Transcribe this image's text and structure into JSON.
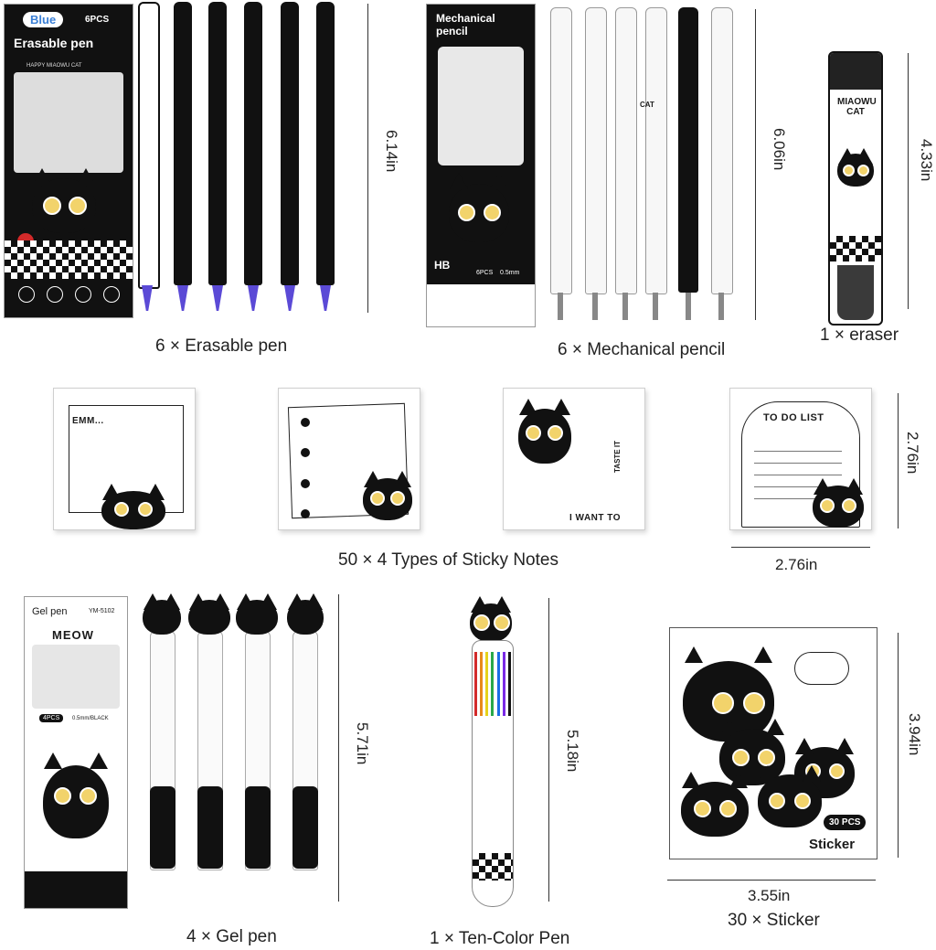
{
  "items": {
    "erasable_pen": {
      "caption": "6 × Erasable pen",
      "height": "6.14in",
      "package_badge": "Blue",
      "package_count": "6PCS",
      "package_title": "Erasable pen",
      "package_brand": "HAPPY MIAOWU CAT"
    },
    "mechanical_pencil": {
      "caption": "6 × Mechanical pencil",
      "height": "6.06in",
      "package_title": "Mechanical pencil",
      "package_grade": "HB",
      "package_count": "6PCS",
      "package_size": "0.5mm",
      "pencil_print": "CAT"
    },
    "eraser": {
      "caption": "1 × eraser",
      "height": "4.33in",
      "print": "MIAOWU CAT"
    },
    "sticky_notes": {
      "caption": "50 × 4 Types of Sticky Notes",
      "height": "2.76in",
      "width": "2.76in",
      "note1_text": "EMM...",
      "note3_text": "I WANT TO",
      "note3_side": "TASTE IT",
      "note4_text": "TO DO LIST"
    },
    "gel_pen": {
      "caption": "4 × Gel pen",
      "height": "5.71in",
      "package_title": "Gel pen",
      "package_model": "YM-5102",
      "package_logo": "MEOW",
      "package_count": "4PCS",
      "package_spec": "0.5mm/BLACK"
    },
    "ten_color_pen": {
      "caption": "1 × Ten-Color Pen",
      "height": "5.18in"
    },
    "sticker": {
      "caption": "30 × Sticker",
      "height": "3.94in",
      "width": "3.55in",
      "badge": "30 PCS",
      "label": "Sticker"
    }
  },
  "colors": {
    "ink": "#111111",
    "cat_eye": "#f2d36b",
    "pen_tip": "#5b4ad6",
    "pink": "#f4a7b0"
  },
  "icons": [
    "cat-icon",
    "paw-icon",
    "apple-icon",
    "cloud-icon"
  ]
}
